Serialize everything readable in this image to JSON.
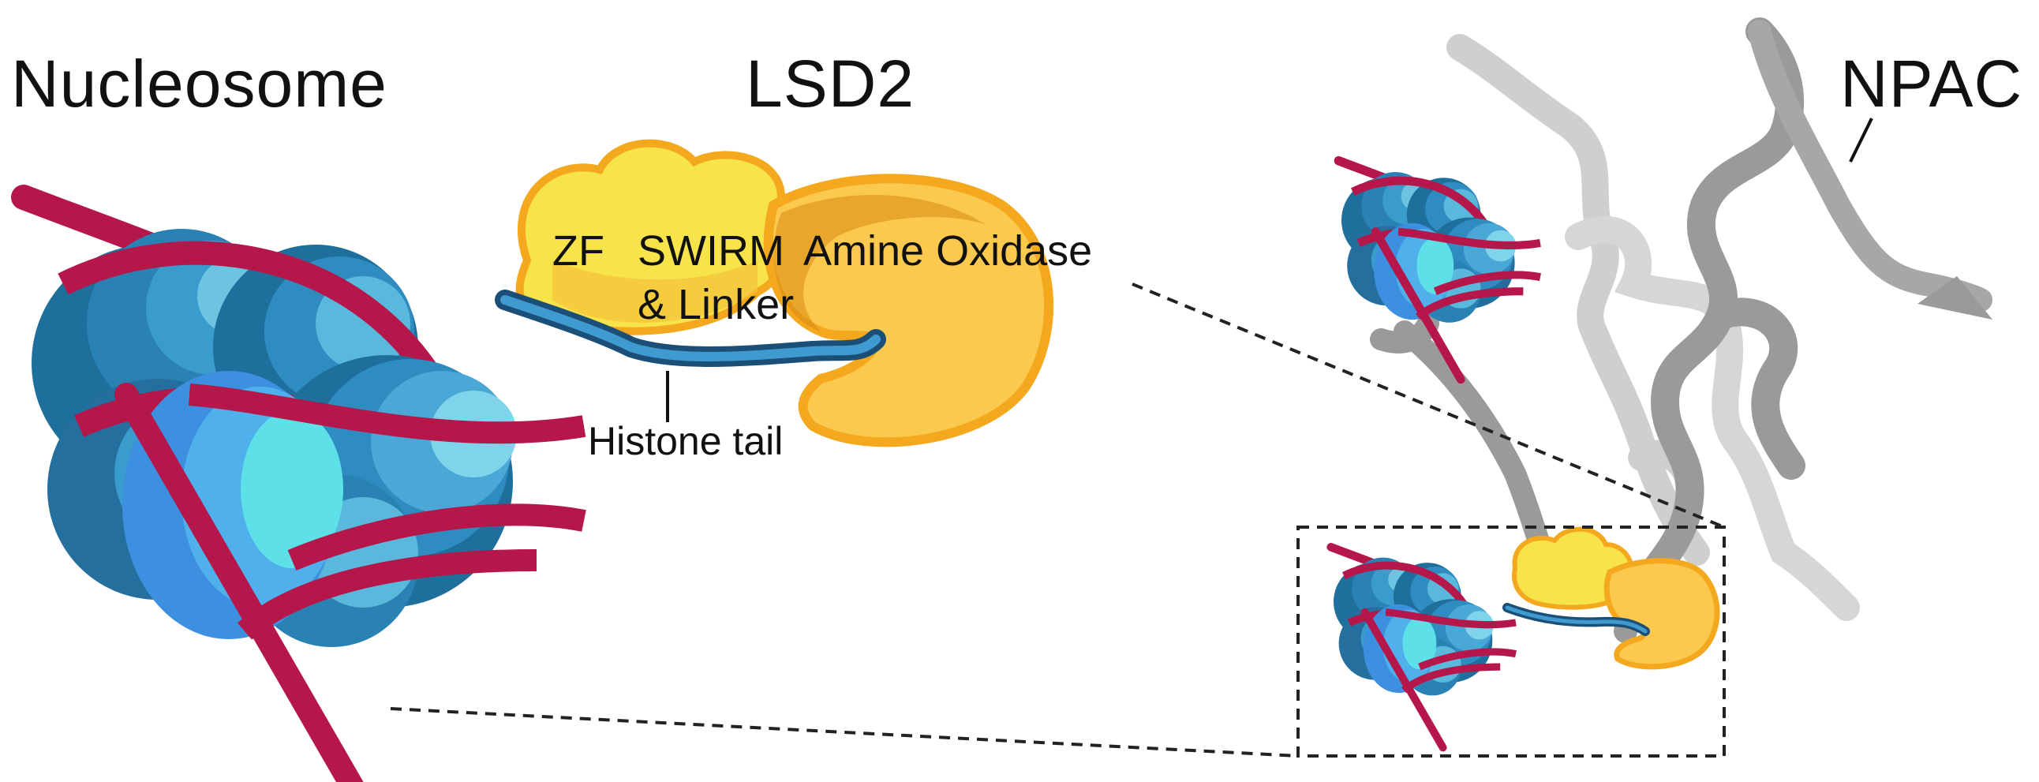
{
  "labels": {
    "nucleosome": "Nucleosome",
    "lsd2": "LSD2",
    "npac": "NPAC",
    "zf": "ZF",
    "swirm": "SWIRM",
    "linker": "& Linker",
    "amine_oxidase": "Amine Oxidase",
    "histone_tail": "Histone tail"
  },
  "colors": {
    "histone_dark": "#1f6f9c",
    "histone_mid": "#3a9ccc",
    "histone_light": "#7fd3ea",
    "histone_highlight": "#5ee0e8",
    "histone_front": "#3d8fe0",
    "dna": "#b5174a",
    "zf_yellow": "#f7e34a",
    "amine_orange": "#f4a81e",
    "amine_light": "#fbc94d",
    "npac_dark": "#9a9a9a",
    "npac_light": "#cfcfcf",
    "tail_blue": "#2e6f9e"
  }
}
